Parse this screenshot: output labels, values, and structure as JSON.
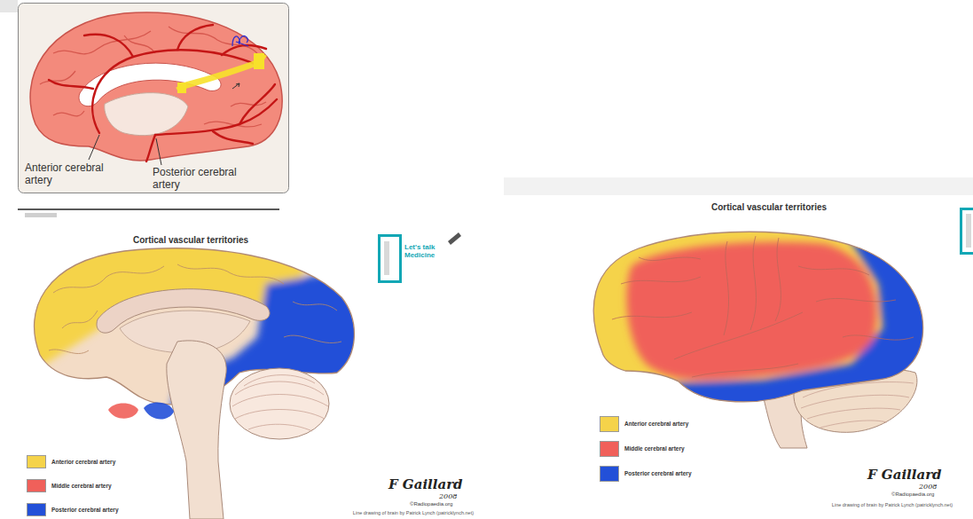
{
  "diagram": {
    "labels": [
      "Anterior cerebral artery",
      "Posterior cerebral artery",
      "Cortical vascular territories",
      "Let's talk Medicine",
      "F Gaillard",
      "2008",
      "©Radiopaedia.org",
      "Line drawing of brain by Patrick Lynch (patricklynch.net)",
      "Cortical vascular territories",
      "F Gaillard",
      "2008",
      "©Radiopaedia.org",
      "Line drawing of brain by Patrick Lynch (patricklynch.net)"
    ],
    "legend": [
      {
        "text": "Anterior cerebral artery",
        "color": "#f5d34a"
      },
      {
        "text": "Middle cerebral artery",
        "color": "#f0605a"
      },
      {
        "text": "Posterior cerebral artery",
        "color": "#2350d8"
      },
      {
        "text": "Anterior cerebral artery",
        "color": "#f5d34a"
      },
      {
        "text": "Middle cerebral artery",
        "color": "#f0605a"
      },
      {
        "text": "Posterior cerebral artery",
        "color": "#2350d8"
      }
    ]
  }
}
